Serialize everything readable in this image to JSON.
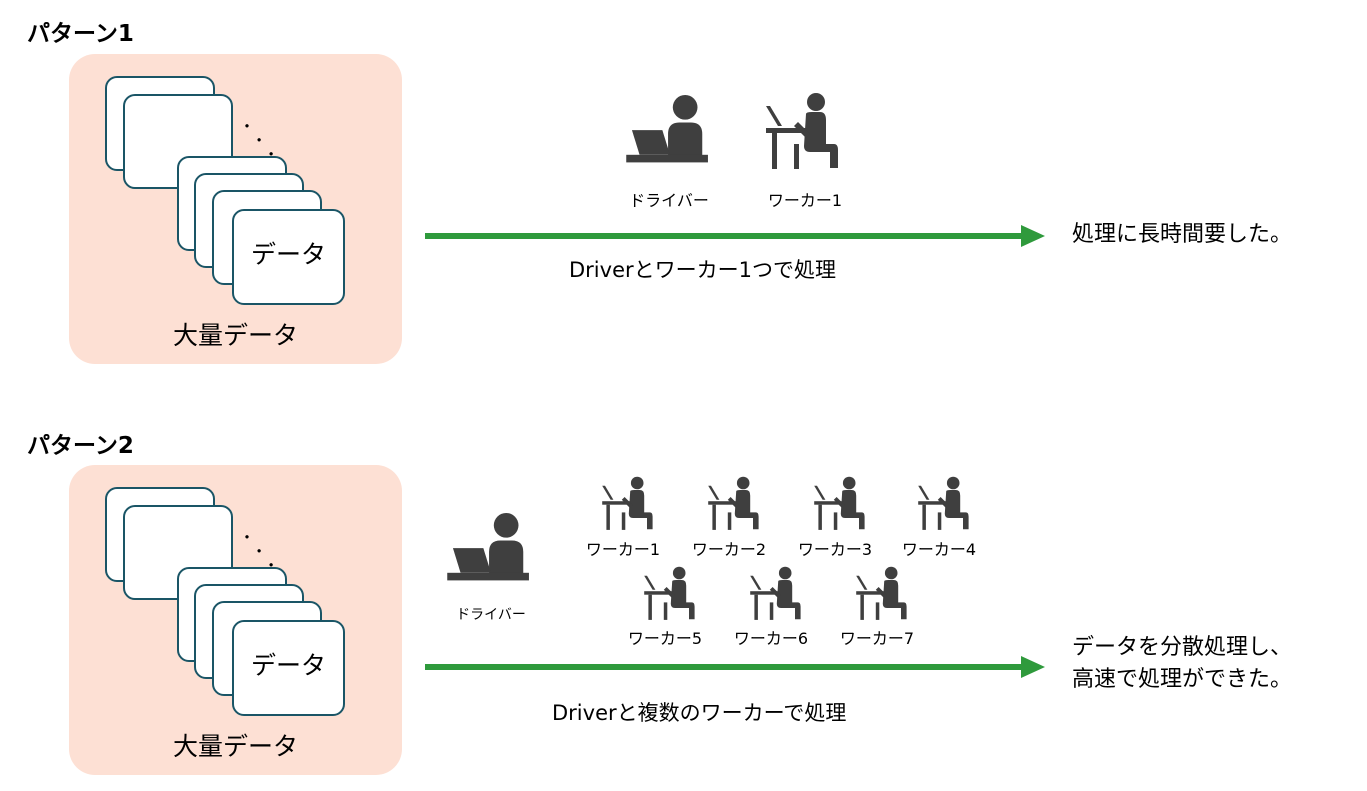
{
  "pattern1": {
    "title": "パターン1",
    "card_label": "データ",
    "dots": "・\n ・\n  ・",
    "panel_label": "大量データ",
    "driver_label": "ドライバー",
    "worker_label": "ワーカー1",
    "caption": "Driverとワーカー1つで処理",
    "result": "処理に長時間要した。"
  },
  "pattern2": {
    "title": "パターン2",
    "card_label": "データ",
    "dots": "・\n ・\n  ・",
    "panel_label": "大量データ",
    "driver_label": "ドライバー",
    "workers": [
      "ワーカー1",
      "ワーカー2",
      "ワーカー3",
      "ワーカー4",
      "ワーカー5",
      "ワーカー6",
      "ワーカー7"
    ],
    "caption": "Driverと複数のワーカーで処理",
    "result_line1": "データを分散処理し、",
    "result_line2": "高速で処理ができた。"
  },
  "colors": {
    "panel_bg": "#fde0d4",
    "card_border": "#1a5566",
    "arrow": "#2f9a3c",
    "icon": "#3f3f3f"
  },
  "icons": {
    "driver": "person-at-laptop-icon",
    "worker": "seated-worker-icon"
  }
}
